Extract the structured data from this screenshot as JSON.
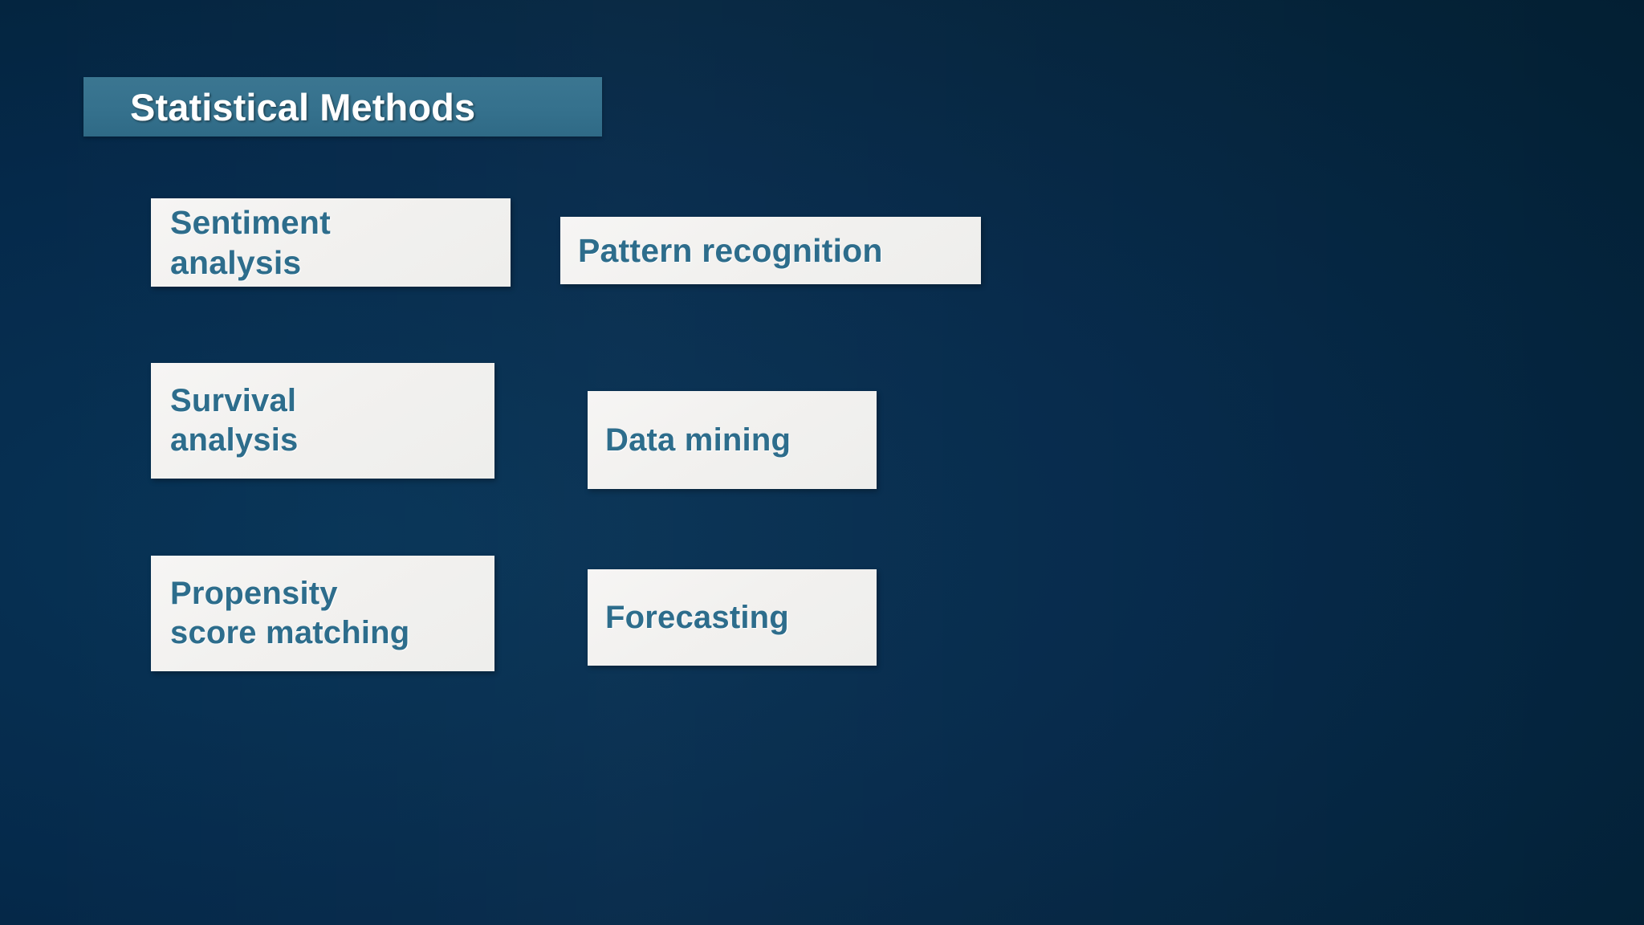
{
  "slide": {
    "title": "Statistical Methods",
    "background_color": "#04243d",
    "accent_color": "#35718d",
    "box_fill_color": "#f2f1ef",
    "box_text_color": "#2d6d8c",
    "title_text_color": "#ffffff"
  },
  "methods": [
    {
      "id": "sentiment",
      "label": "Sentiment\nanalysis",
      "column": "left",
      "row": 1
    },
    {
      "id": "pattern",
      "label": "Pattern recognition",
      "column": "right",
      "row": 1
    },
    {
      "id": "survival",
      "label": "Survival\nanalysis",
      "column": "left",
      "row": 2
    },
    {
      "id": "datamining",
      "label": "Data mining",
      "column": "right",
      "row": 2
    },
    {
      "id": "propensity",
      "label": "Propensity\nscore matching",
      "column": "left",
      "row": 3
    },
    {
      "id": "forecasting",
      "label": "Forecasting",
      "column": "right",
      "row": 3
    }
  ]
}
